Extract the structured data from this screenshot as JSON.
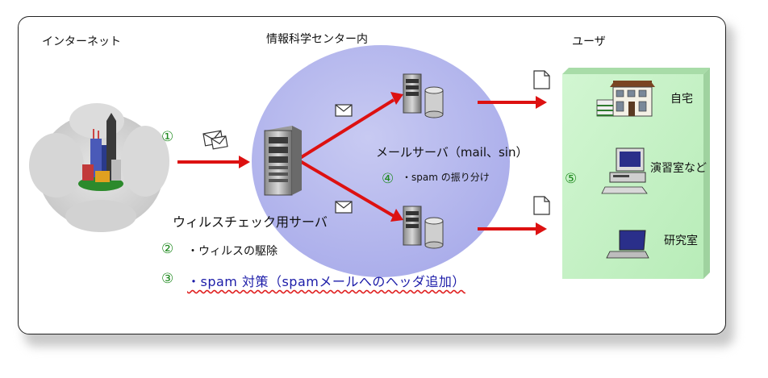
{
  "sections": {
    "internet": "インターネット",
    "center": "情報科学センター内",
    "user": "ユーザ"
  },
  "servers": {
    "virus_check": "ウィルスチェック用サーバ",
    "mail": "メールサーバ（mail、sin）"
  },
  "steps": {
    "s1": {
      "num": "①"
    },
    "s2": {
      "num": "②",
      "text": "・ウィルスの駆除"
    },
    "s3": {
      "num": "③",
      "text": "・spam 対策（spamメールへのヘッダ追加）"
    },
    "s4": {
      "num": "④",
      "text": "・spam の振り分け"
    },
    "s5": {
      "num": "⑤"
    }
  },
  "user_locations": [
    "自宅",
    "演習室など",
    "研究室"
  ],
  "colors": {
    "arrow": "#dd1111",
    "circle_fill": "#b4b6ea",
    "user_panel": "#c6f3c6",
    "step_number": "#1f8a1f",
    "spam_text": "#1c1ca8"
  },
  "icons": [
    "cloud-city-icon",
    "envelope-icon",
    "server-tower-icon",
    "mail-server-icon",
    "document-icon",
    "house-icon",
    "desktop-pc-icon",
    "laptop-icon"
  ]
}
